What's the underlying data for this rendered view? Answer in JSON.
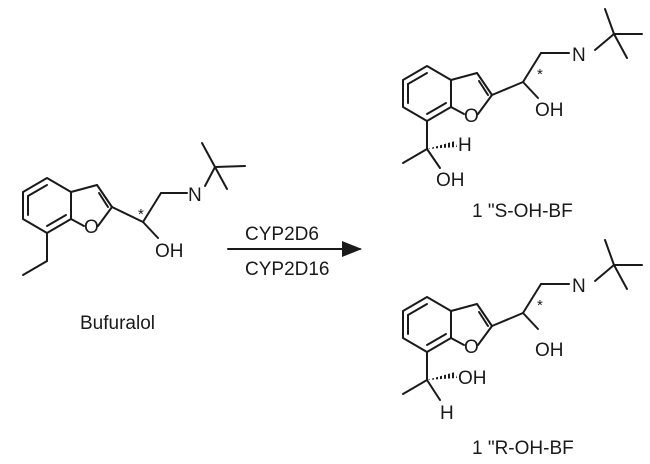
{
  "reaction": {
    "reactant": {
      "name": "Bufuralol"
    },
    "enzymes": [
      "CYP2D6",
      "CYP2D16"
    ],
    "products": [
      {
        "name": "1 \"S-OH-BF"
      },
      {
        "name": "1 \"R-OH-BF"
      }
    ]
  },
  "atoms": {
    "N": "N",
    "O": "O",
    "OH": "OH",
    "H": "H",
    "stereo_mark": "*"
  }
}
